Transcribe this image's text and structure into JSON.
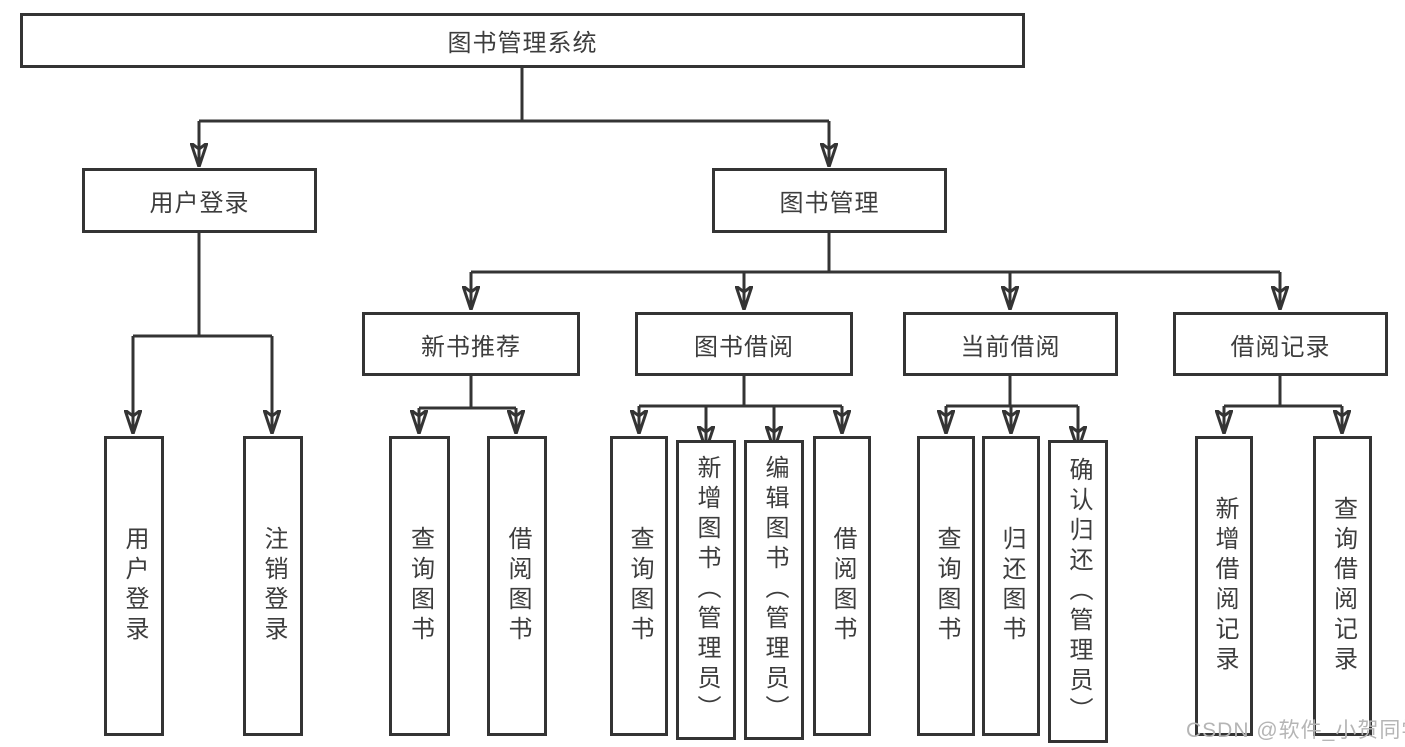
{
  "diagram": {
    "root": {
      "label": "图书管理系统"
    },
    "level2": [
      {
        "id": "user-login",
        "label": "用户登录"
      },
      {
        "id": "book-management",
        "label": "图书管理"
      }
    ],
    "level3": [
      {
        "id": "new-book-recommend",
        "label": "新书推荐"
      },
      {
        "id": "book-borrowing",
        "label": "图书借阅"
      },
      {
        "id": "current-borrowing",
        "label": "当前借阅"
      },
      {
        "id": "borrowing-records",
        "label": "借阅记录"
      }
    ],
    "leaves": [
      {
        "id": "leaf-user-login",
        "parent": "user-login",
        "label": "用户登录"
      },
      {
        "id": "leaf-logout",
        "parent": "user-login",
        "label": "注销登录"
      },
      {
        "id": "leaf-query-books-recommend",
        "parent": "new-book-recommend",
        "label": "查询图书"
      },
      {
        "id": "leaf-borrow-books-recommend",
        "parent": "new-book-recommend",
        "label": "借阅图书"
      },
      {
        "id": "leaf-query-books-borrowing",
        "parent": "book-borrowing",
        "label": "查询图书"
      },
      {
        "id": "leaf-add-books-admin",
        "parent": "book-borrowing",
        "label": "新增图书（管理员）"
      },
      {
        "id": "leaf-edit-books-admin",
        "parent": "book-borrowing",
        "label": "编辑图书（管理员）"
      },
      {
        "id": "leaf-borrow-books-borrowing",
        "parent": "book-borrowing",
        "label": "借阅图书"
      },
      {
        "id": "leaf-query-books-current",
        "parent": "current-borrowing",
        "label": "查询图书"
      },
      {
        "id": "leaf-return-books",
        "parent": "current-borrowing",
        "label": "归还图书"
      },
      {
        "id": "leaf-confirm-return-admin",
        "parent": "current-borrowing",
        "label": "确认归还（管理员）"
      },
      {
        "id": "leaf-add-borrow-record",
        "parent": "borrowing-records",
        "label": "新增借阅记录"
      },
      {
        "id": "leaf-query-borrow-record",
        "parent": "borrowing-records",
        "label": "查询借阅记录"
      }
    ]
  },
  "watermark": "CSDN @软件_小贺同学",
  "colors": {
    "line": "#343434",
    "box_border": "#343434",
    "text": "#3d3d3d",
    "watermark": "#b5b5b5",
    "background": "#ffffff"
  }
}
